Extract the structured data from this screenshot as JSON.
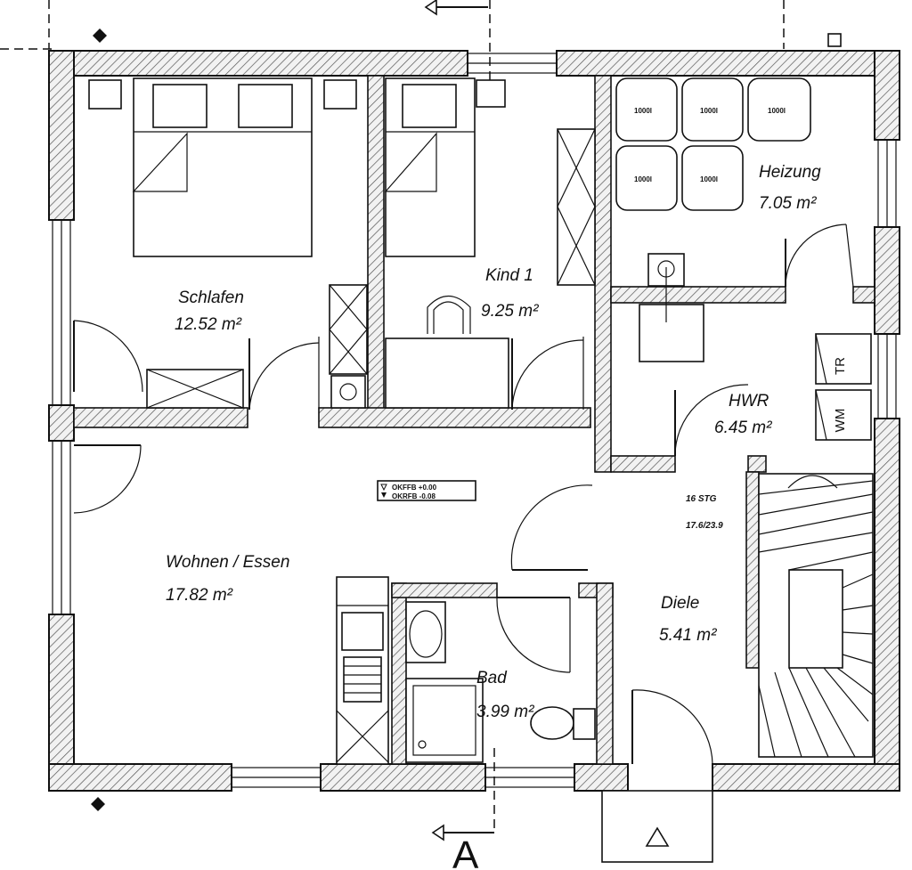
{
  "rooms": {
    "schlafen": {
      "name": "Schlafen",
      "area": "12.52 m²"
    },
    "kind1": {
      "name": "Kind 1",
      "area": "9.25 m²"
    },
    "heizung": {
      "name": "Heizung",
      "area": "7.05 m²"
    },
    "hwr": {
      "name": "HWR",
      "area": "6.45 m²"
    },
    "wohnen": {
      "name": "Wohnen / Essen",
      "area": "17.82 m²"
    },
    "bad": {
      "name": "Bad",
      "area": "3.99 m²"
    },
    "diele": {
      "name": "Diele",
      "area": "5.41 m²"
    }
  },
  "stair": {
    "steps": "16 STG",
    "ratio": "17.6/23.9"
  },
  "level_marker": {
    "line1": "OKFFB +0.00",
    "line2": "OKRFB -0.08"
  },
  "tanks": [
    "1000l",
    "1000l",
    "1000l",
    "1000l",
    "1000l"
  ],
  "appliances": {
    "dryer": "TR",
    "washer": "WM"
  },
  "section_label": "A"
}
